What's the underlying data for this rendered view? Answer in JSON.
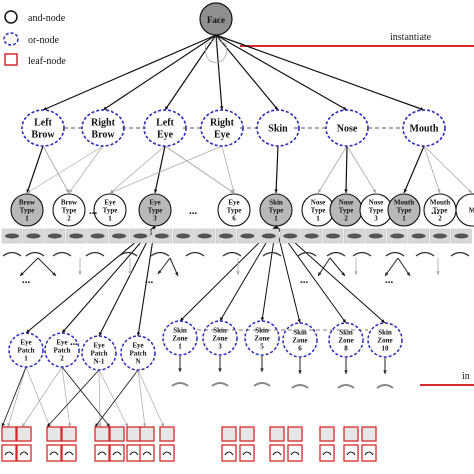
{
  "legend": {
    "and_node": "and-node",
    "or_node": "or-node",
    "leaf_node": "leaf-node"
  },
  "root": "Face",
  "side_labels": {
    "top": "instantiate",
    "bottom": "in"
  },
  "or_nodes": [
    {
      "id": "left-brow",
      "lines": [
        "Left",
        "Brow"
      ]
    },
    {
      "id": "right-brow",
      "lines": [
        "Right",
        "Brow"
      ]
    },
    {
      "id": "left-eye",
      "lines": [
        "Left",
        "Eye"
      ]
    },
    {
      "id": "right-eye",
      "lines": [
        "Right",
        "Eye"
      ]
    },
    {
      "id": "skin",
      "lines": [
        "Skin"
      ]
    },
    {
      "id": "nose",
      "lines": [
        "Nose"
      ]
    },
    {
      "id": "mouth",
      "lines": [
        "Mouth"
      ]
    }
  ],
  "type_nodes": [
    {
      "id": "brow-type-1",
      "lines": [
        "Brow",
        "Type",
        "1"
      ],
      "filled": true
    },
    {
      "id": "brow-type-2",
      "lines": [
        "Brow",
        "Type",
        "2"
      ],
      "filled": false
    },
    {
      "id": "eye-type-1",
      "lines": [
        "Eye",
        "Type",
        "1"
      ],
      "filled": false
    },
    {
      "id": "eye-type-3",
      "lines": [
        "Eye",
        "Type",
        "3"
      ],
      "filled": true
    },
    {
      "id": "eye-type-6",
      "lines": [
        "Eye",
        "Type",
        "6"
      ],
      "filled": false
    },
    {
      "id": "skin-type-1",
      "lines": [
        "Skin",
        "Type",
        "1"
      ],
      "filled": true
    },
    {
      "id": "nose-type-1",
      "lines": [
        "Nose",
        "Type",
        "1"
      ],
      "filled": false
    },
    {
      "id": "nose-type-2",
      "lines": [
        "Nose",
        "Type",
        "2"
      ],
      "filled": true
    },
    {
      "id": "nose-type-3",
      "lines": [
        "Nose",
        "Type",
        "3"
      ],
      "filled": false
    },
    {
      "id": "mouth-type-1",
      "lines": [
        "Mouth",
        "Type",
        "1"
      ],
      "filled": true
    },
    {
      "id": "mouth-type-2",
      "lines": [
        "Mouth",
        "Type",
        "2"
      ],
      "filled": false
    },
    {
      "id": "m-edge",
      "lines": [
        "M"
      ],
      "filled": false
    }
  ],
  "eye_patches": [
    {
      "id": "eye-patch-1",
      "lines": [
        "Eye",
        "Patch",
        "1"
      ]
    },
    {
      "id": "eye-patch-2",
      "lines": [
        "Eye",
        "Patch",
        "2"
      ]
    },
    {
      "id": "eye-patch-n-1",
      "lines": [
        "Eye",
        "Patch",
        "N-1"
      ]
    },
    {
      "id": "eye-patch-n",
      "lines": [
        "Eye",
        "Patch",
        "N"
      ]
    }
  ],
  "skin_zones": [
    {
      "id": "skin-zone-1",
      "lines": [
        "Skin",
        "Zone",
        "1"
      ]
    },
    {
      "id": "skin-zone-3",
      "lines": [
        "Skin",
        "Zone",
        "3"
      ]
    },
    {
      "id": "skin-zone-5",
      "lines": [
        "Skin",
        "Zone",
        "5"
      ]
    },
    {
      "id": "skin-zone-6",
      "lines": [
        "Skin",
        "Zone",
        "6"
      ]
    },
    {
      "id": "skin-zone-8",
      "lines": [
        "Skin",
        "Zone",
        "8"
      ]
    },
    {
      "id": "skin-zone-10",
      "lines": [
        "Skin",
        "Zone",
        "10"
      ]
    }
  ],
  "ellipsis": "...",
  "colors": {
    "accent_red": "#d42a2a",
    "or_border": "#2b2bb8",
    "filled_node": "#b9b9b9",
    "root_fill": "#8f8f8f",
    "light_edge": "#a8a8a8"
  }
}
